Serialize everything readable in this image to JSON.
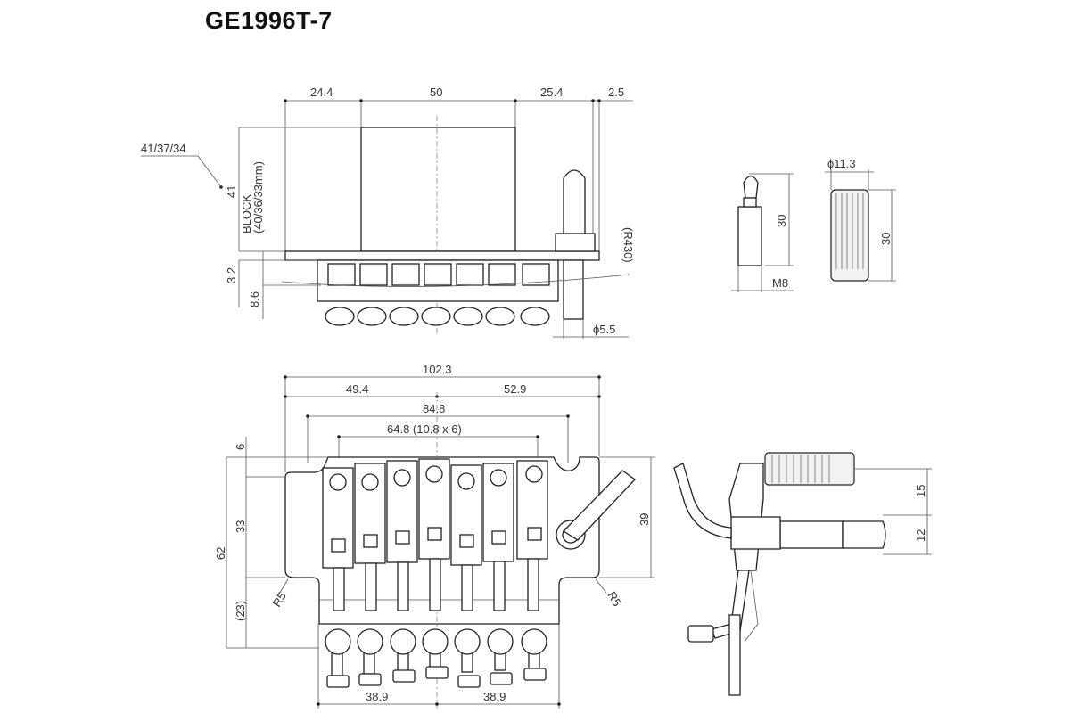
{
  "title": "GE1996T-7",
  "top_view": {
    "dim_24_4": "24.4",
    "dim_50": "50",
    "dim_25_4": "25.4",
    "dim_2_5": "2.5",
    "dim_41": "41",
    "block_label": "BLOCK",
    "block_sizes": "(40/36/33mm)",
    "block_options": "41/37/34",
    "dim_3_2": "3.2",
    "dim_8_6": "8.6",
    "radius": "(R430)",
    "rod_diameter": "ϕ5.5"
  },
  "parts": {
    "pin_height": "30",
    "pin_thread": "M8",
    "knob_diameter": "ϕ11.3",
    "knob_height": "30"
  },
  "bottom_view": {
    "dim_102_3": "102.3",
    "dim_49_4": "49.4",
    "dim_52_9": "52.9",
    "dim_84_8": "84.8",
    "dim_64_8": "64.8  (10.8 x 6)",
    "dim_6": "6",
    "dim_33": "33",
    "dim_62": "62",
    "dim_23": "(23)",
    "dim_39": "39",
    "r5_left": "R5",
    "r5_right": "R5",
    "dim_38_9_left": "38.9",
    "dim_38_9_right": "38.9"
  },
  "side_view": {
    "dim_15": "15",
    "dim_12": "12"
  }
}
